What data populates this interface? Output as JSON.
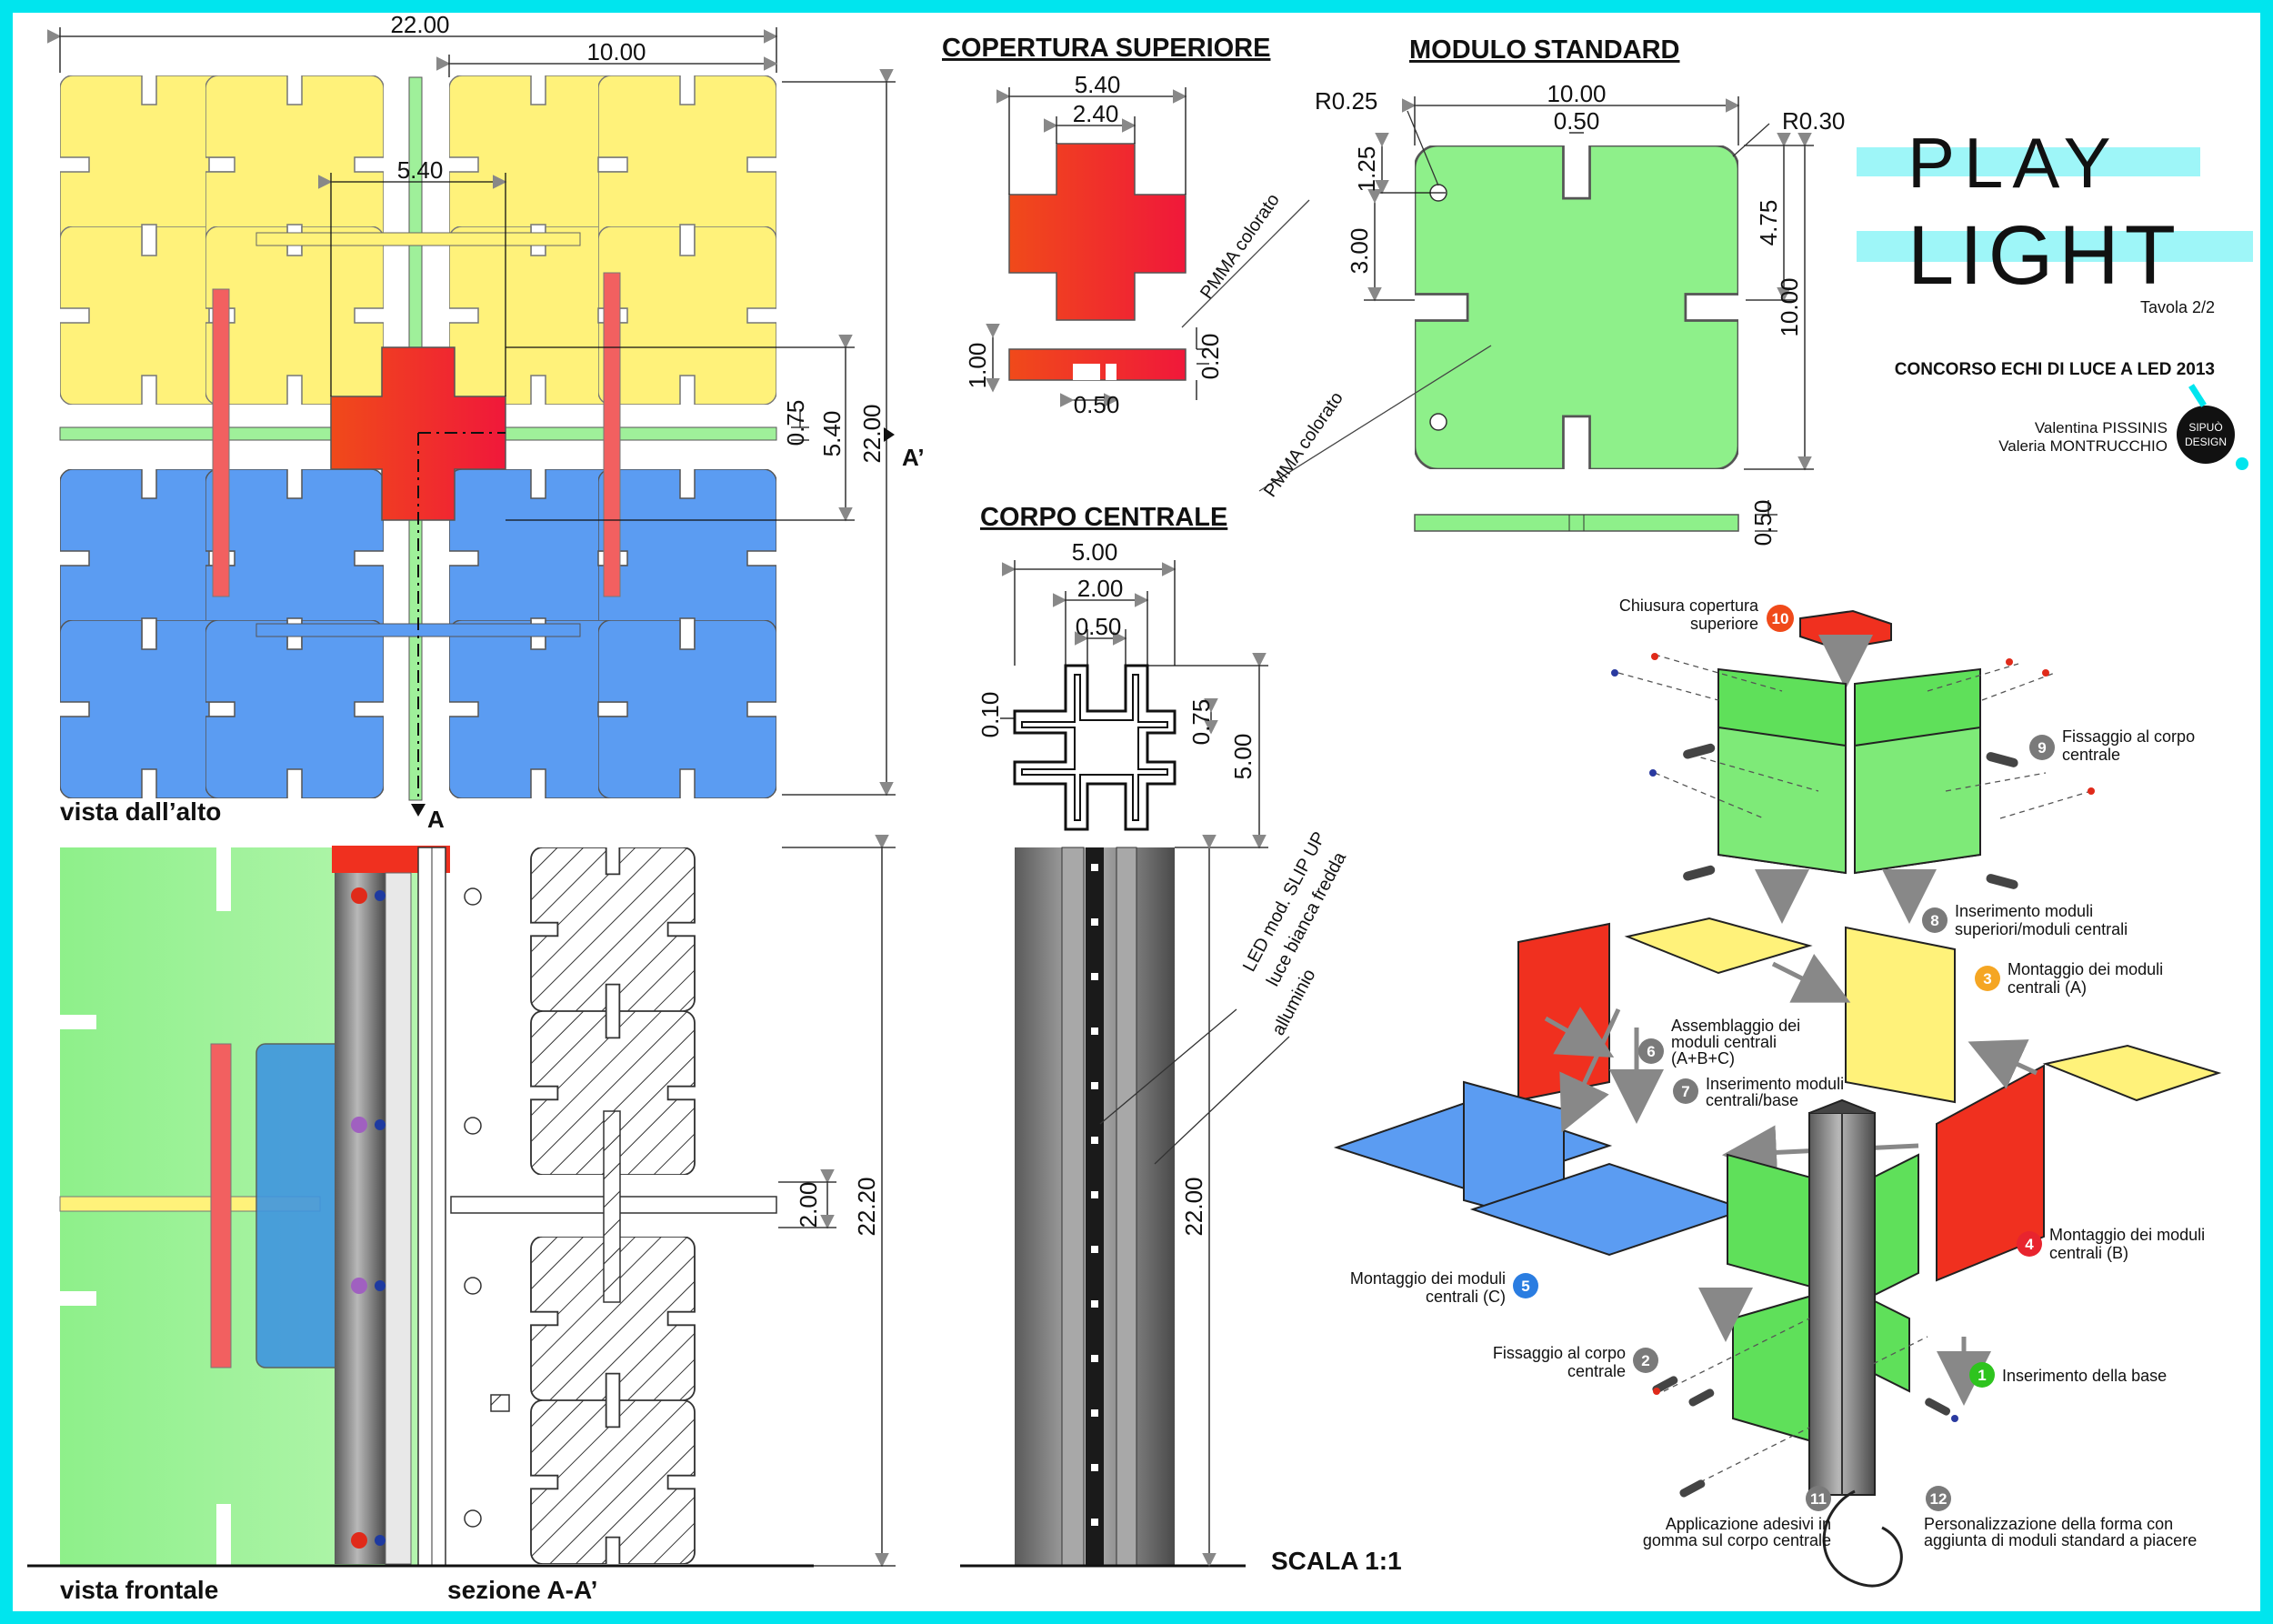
{
  "colors": {
    "frame": "#00e5ee",
    "yellow": "#fff27a",
    "blue": "#5b9cf2",
    "green": "#8ef08a",
    "red": "#f03a2a",
    "grey": "#8a8a8a"
  },
  "brand": {
    "line1": "PLAY",
    "line2": "LIGHT",
    "sheet": "Tavola 2/2"
  },
  "contest": "CONCORSO ECHI DI LUCE A LED 2013",
  "authors": [
    "Valentina PISSINIS",
    "Valeria MONTRUCCHIO"
  ],
  "logo": [
    "SIPUÒ",
    "DESIGN"
  ],
  "titles": {
    "top_cover": "COPERTURA SUPERIORE",
    "standard_module": "MODULO STANDARD",
    "central_body": "CORPO CENTRALE",
    "scale": "SCALA 1:1"
  },
  "views": {
    "top": "vista dall’alto",
    "front": "vista frontale",
    "section": "sezione A-A’",
    "section_mark": "A",
    "section_mark_prime": "A’"
  },
  "dimensions": {
    "top_width": "22.00",
    "top_module": "10.00",
    "top_cross": "5.40",
    "top_strip": "0.75",
    "top_cross_v": "5.40",
    "top_height": "22.00",
    "front_gap": "2.00",
    "front_height": "22.20",
    "cover_w": "5.40",
    "cover_inner": "2.40",
    "cover_h": "1.00",
    "cover_t": "0.20",
    "cover_slot": "0.50",
    "mod_w": "10.00",
    "mod_slot": "0.50",
    "mod_r1": "R0.25",
    "mod_r2": "R0.30",
    "mod_hole": "1.25",
    "mod_hole2": "3.00",
    "mod_half": "4.75",
    "mod_h": "10.00",
    "mod_t": "0.50",
    "body_w": "5.00",
    "body_inner": "2.00",
    "body_slot": "0.50",
    "body_wall": "0.10",
    "body_arm": "0.75",
    "body_h": "5.00",
    "body_len": "22.00"
  },
  "materials": {
    "pmma_cover": "PMMA colorato",
    "pmma_module": "PMMA colorato",
    "led1": "LED mod. SLIP UP",
    "led2": "luce bianca fredda",
    "aluminium": "alluminio"
  },
  "steps": [
    {
      "n": "1",
      "text": [
        "Inserimento della base"
      ],
      "color": "#2ec41e"
    },
    {
      "n": "2",
      "text": [
        "Fissaggio al corpo",
        "centrale"
      ],
      "color": "#7a7a7a"
    },
    {
      "n": "3",
      "text": [
        "Montaggio dei moduli",
        "centrali (A)"
      ],
      "color": "#f5a623"
    },
    {
      "n": "4",
      "text": [
        "Montaggio dei moduli",
        "centrali (B)"
      ],
      "color": "#e8242e"
    },
    {
      "n": "5",
      "text": [
        "Montaggio dei moduli",
        "centrali (C)"
      ],
      "color": "#2a7de1"
    },
    {
      "n": "6",
      "text": [
        "Assemblaggio dei",
        "moduli centrali",
        "(A+B+C)"
      ],
      "color": "#7a7a7a"
    },
    {
      "n": "7",
      "text": [
        "Inserimento moduli",
        "centrali/base"
      ],
      "color": "#7a7a7a"
    },
    {
      "n": "8",
      "text": [
        "Inserimento moduli",
        "superiori/moduli centrali"
      ],
      "color": "#7a7a7a"
    },
    {
      "n": "9",
      "text": [
        "Fissaggio al corpo",
        "centrale"
      ],
      "color": "#7a7a7a"
    },
    {
      "n": "10",
      "text": [
        "Chiusura copertura",
        "superiore"
      ],
      "color": "#f04a1a"
    },
    {
      "n": "11",
      "text": [
        "Applicazione adesivi in",
        "gomma sul corpo centrale"
      ],
      "color": "#7a7a7a"
    },
    {
      "n": "12",
      "text": [
        "Personalizzazione della forma con",
        "aggiunta di moduli standard a piacere"
      ],
      "color": "#7a7a7a"
    }
  ]
}
